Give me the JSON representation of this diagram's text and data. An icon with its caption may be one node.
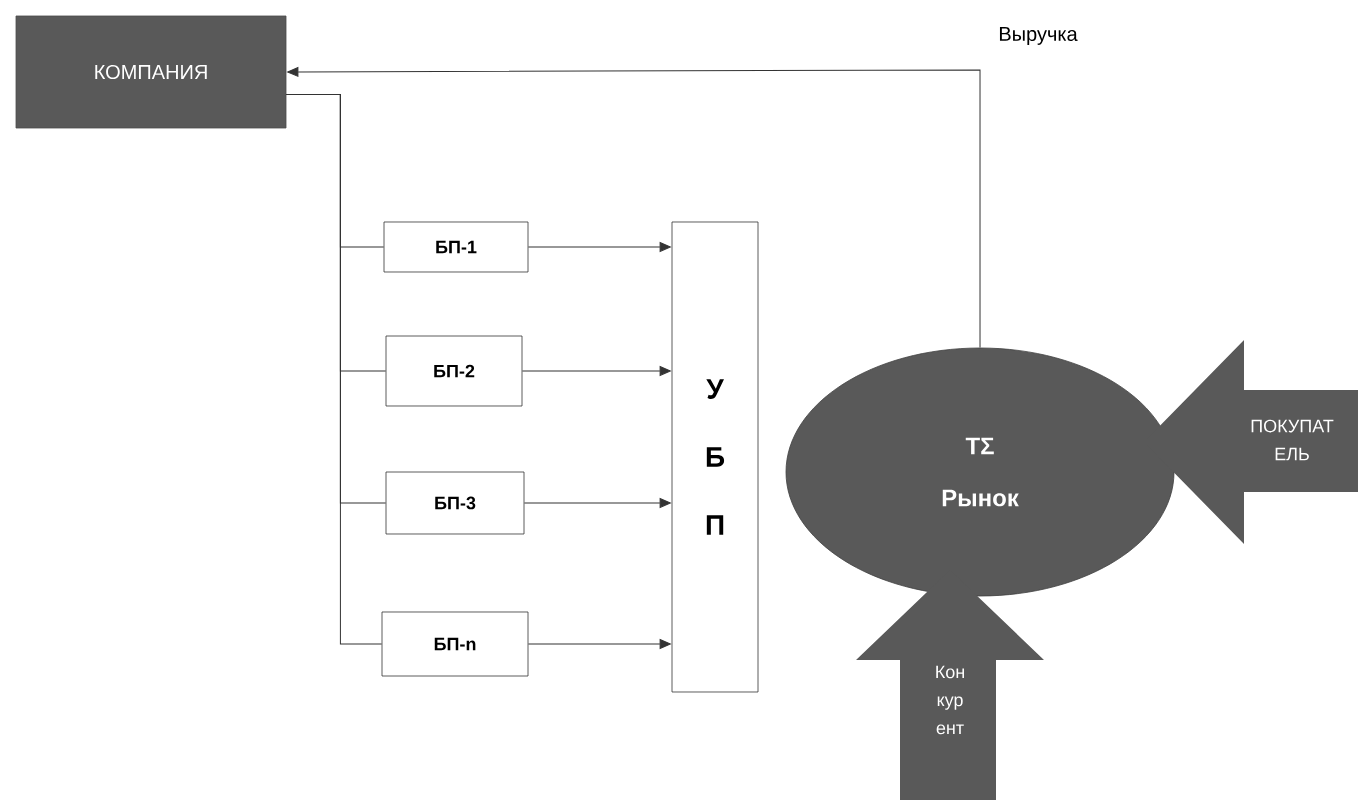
{
  "diagram": {
    "nodes": [
      {
        "text": [
          "КОМПАНИЯ"
        ]
      },
      {
        "text": [
          "БП-1"
        ]
      },
      {
        "text": [
          "БП-2"
        ]
      },
      {
        "text": [
          "БП-3"
        ]
      },
      {
        "text": [
          "БП-n"
        ]
      },
      {
        "text": [
          "У Б П"
        ]
      },
      {
        "text": [
          "ТΣ",
          "Рынок"
        ]
      },
      {
        "text": [
          "ПОКУПАТ ЕЛЬ"
        ]
      },
      {
        "text": [
          "Кон кур ент"
        ]
      }
    ],
    "edges": [
      {
        "from": 6,
        "to": 0,
        "arrow": "to",
        "label": "Выручка"
      },
      {
        "from": 0,
        "to": 1,
        "arrow": "none"
      },
      {
        "from": 0,
        "to": 2,
        "arrow": "none"
      },
      {
        "from": 0,
        "to": 3,
        "arrow": "none"
      },
      {
        "from": 0,
        "to": 4,
        "arrow": "none"
      },
      {
        "from": 1,
        "to": 5,
        "arrow": "to"
      },
      {
        "from": 2,
        "to": 5,
        "arrow": "to"
      },
      {
        "from": 3,
        "to": 5,
        "arrow": "to"
      },
      {
        "from": 4,
        "to": 5,
        "arrow": "to"
      }
    ]
  }
}
